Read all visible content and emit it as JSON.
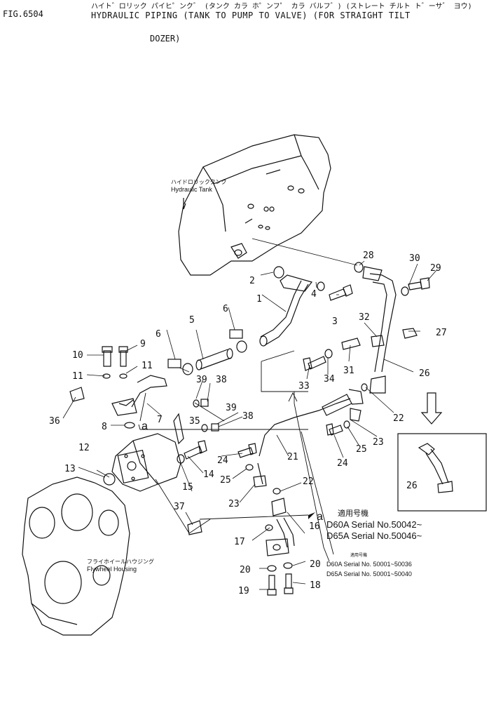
{
  "header": {
    "fig_label": "FIG.6504",
    "title_jp": "ハイト゛ロリック パイヒ゜ンク゛ (タンク カラ ホ゜ンフ゜ カラ バルフ゛) (ストレート チルト ト゛ーサ゛ ヨウ)",
    "title_en_line1": "HYDRAULIC PIPING (TANK TO PUMP TO VALVE) (FOR STRAIGHT TILT",
    "title_en_line2": "DOZER)"
  },
  "components": {
    "tank_jp": "ハイドロリックタンク",
    "tank_en": "Hydraulic Tank",
    "flywheel_jp": "フライホイールハウジング",
    "flywheel_en": "Flywheel Housing"
  },
  "callouts": [
    {
      "id": "c1",
      "text": "1"
    },
    {
      "id": "c2",
      "text": "2"
    },
    {
      "id": "c3",
      "text": "3"
    },
    {
      "id": "c4",
      "text": "4"
    },
    {
      "id": "c5",
      "text": "5"
    },
    {
      "id": "c6a",
      "text": "6"
    },
    {
      "id": "c6b",
      "text": "6"
    },
    {
      "id": "c7",
      "text": "7"
    },
    {
      "id": "c8",
      "text": "8"
    },
    {
      "id": "c9",
      "text": "9"
    },
    {
      "id": "c10",
      "text": "10"
    },
    {
      "id": "c11a",
      "text": "11"
    },
    {
      "id": "c11b",
      "text": "11"
    },
    {
      "id": "c12",
      "text": "12"
    },
    {
      "id": "c13",
      "text": "13"
    },
    {
      "id": "c14",
      "text": "14"
    },
    {
      "id": "c15",
      "text": "15"
    },
    {
      "id": "c16",
      "text": "16"
    },
    {
      "id": "c17",
      "text": "17"
    },
    {
      "id": "c18",
      "text": "18"
    },
    {
      "id": "c19",
      "text": "19"
    },
    {
      "id": "c20a",
      "text": "20"
    },
    {
      "id": "c20b",
      "text": "20"
    },
    {
      "id": "c21",
      "text": "21"
    },
    {
      "id": "c22a",
      "text": "22"
    },
    {
      "id": "c22b",
      "text": "22"
    },
    {
      "id": "c23a",
      "text": "23"
    },
    {
      "id": "c23b",
      "text": "23"
    },
    {
      "id": "c24a",
      "text": "24"
    },
    {
      "id": "c24b",
      "text": "24"
    },
    {
      "id": "c25a",
      "text": "25"
    },
    {
      "id": "c25b",
      "text": "25"
    },
    {
      "id": "c26a",
      "text": "26"
    },
    {
      "id": "c26b",
      "text": "26"
    },
    {
      "id": "c27",
      "text": "27"
    },
    {
      "id": "c28",
      "text": "28"
    },
    {
      "id": "c29",
      "text": "29"
    },
    {
      "id": "c30",
      "text": "30"
    },
    {
      "id": "c31",
      "text": "31"
    },
    {
      "id": "c32",
      "text": "32"
    },
    {
      "id": "c33",
      "text": "33"
    },
    {
      "id": "c34",
      "text": "34"
    },
    {
      "id": "c35",
      "text": "35"
    },
    {
      "id": "c36",
      "text": "36"
    },
    {
      "id": "c37",
      "text": "37"
    },
    {
      "id": "c38a",
      "text": "38"
    },
    {
      "id": "c38b",
      "text": "38"
    },
    {
      "id": "c39a",
      "text": "39"
    },
    {
      "id": "c39b",
      "text": "39"
    }
  ],
  "ref_marks": {
    "a_upper": "a",
    "a_lower": "a"
  },
  "applicability": {
    "heading_jp": "適用号機",
    "line1": "D60A  Serial  No.50042~",
    "line2": "D65A  Serial  No.50046~"
  },
  "lower_applicability": {
    "heading_jp": "適用号機",
    "line1": "D60A Serial No.  50001~50036",
    "line2": "D65A Serial No.  50001~50040"
  }
}
